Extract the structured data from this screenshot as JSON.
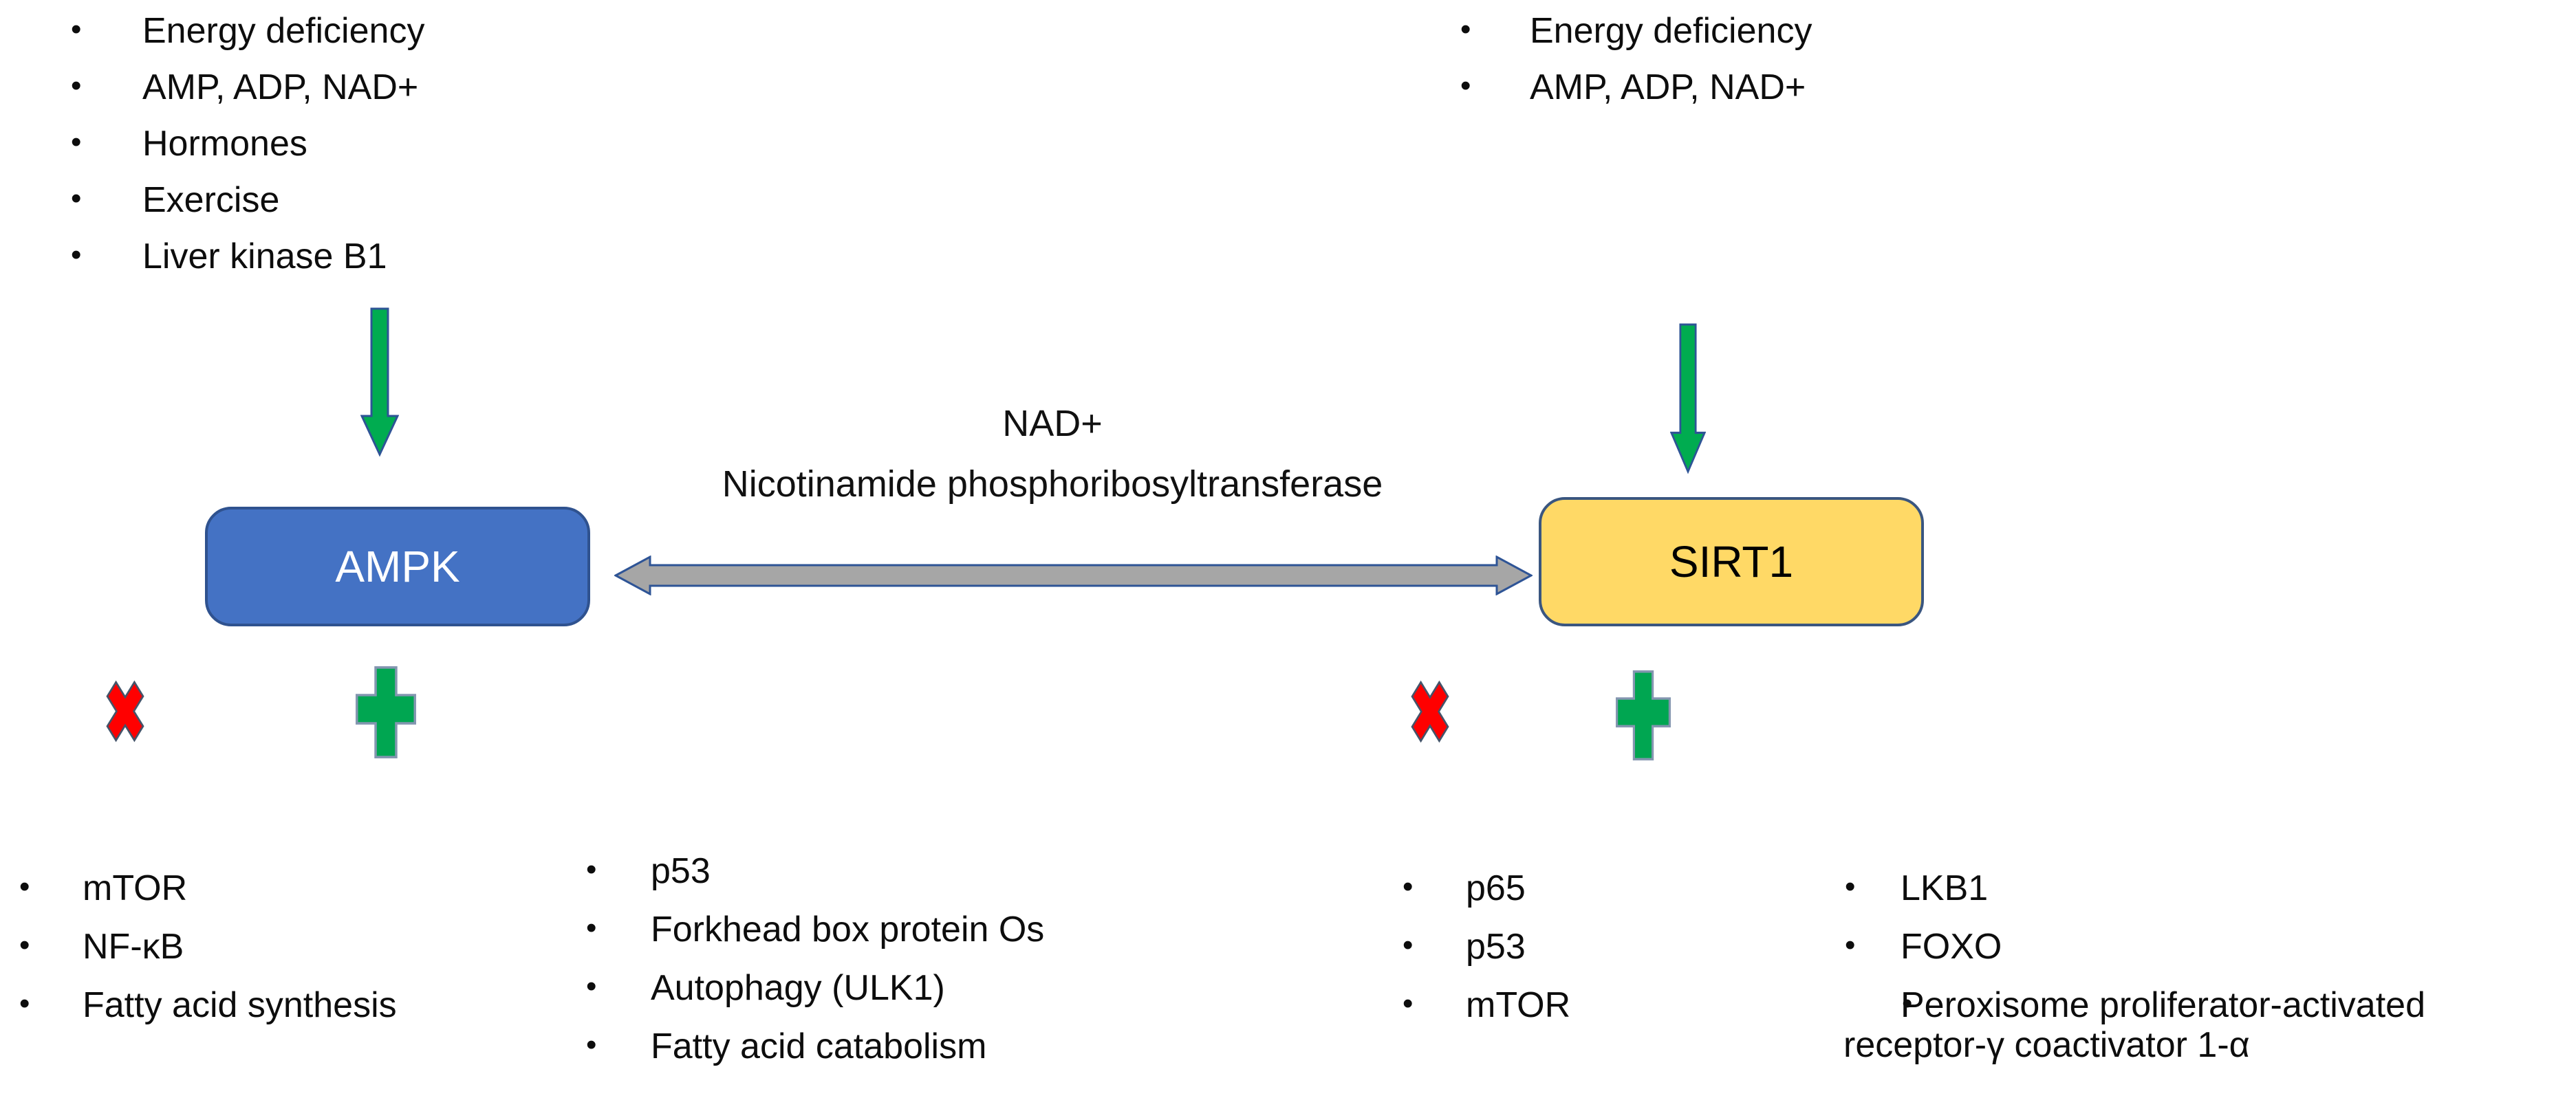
{
  "nodes": {
    "ampk": {
      "label": "AMPK"
    },
    "sirt1": {
      "label": "SIRT1"
    }
  },
  "center_label": {
    "line1": "NAD+",
    "line2": "Nicotinamide phosphoribosyltransferase"
  },
  "lists": {
    "ampk_activators": {
      "items": [
        "Energy deficiency",
        "AMP, ADP, NAD+",
        "Hormones",
        "Exercise",
        "Liver kinase B1"
      ]
    },
    "sirt1_activators": {
      "items": [
        "Energy deficiency",
        "AMP, ADP, NAD+"
      ]
    },
    "ampk_inhibited": {
      "items": [
        "mTOR",
        "NF-κB",
        "Fatty acid synthesis"
      ]
    },
    "ampk_activated": {
      "items": [
        "p53",
        "Forkhead box protein Os",
        "Autophagy (ULK1)",
        "Fatty acid catabolism"
      ]
    },
    "sirt1_inhibited": {
      "items": [
        "p65",
        "p53",
        "mTOR"
      ]
    },
    "sirt1_activated": {
      "items": [
        "LKB1",
        "FOXO",
        "Peroxisome proliferator-activated receptor-γ coactivator 1-α"
      ]
    }
  },
  "colors": {
    "ampk_box_fill": "#4472C4",
    "ampk_box_border": "#2F528F",
    "sirt1_box_fill": "#FFD966",
    "sirt1_box_border": "#3A5680",
    "green_arrow": "#00AC50",
    "green_plus": "#00A651",
    "red_x": "#FF0000",
    "double_arrow_fill": "#A6A6A6",
    "double_arrow_border": "#2E5496",
    "text": "#0D0D0D"
  }
}
